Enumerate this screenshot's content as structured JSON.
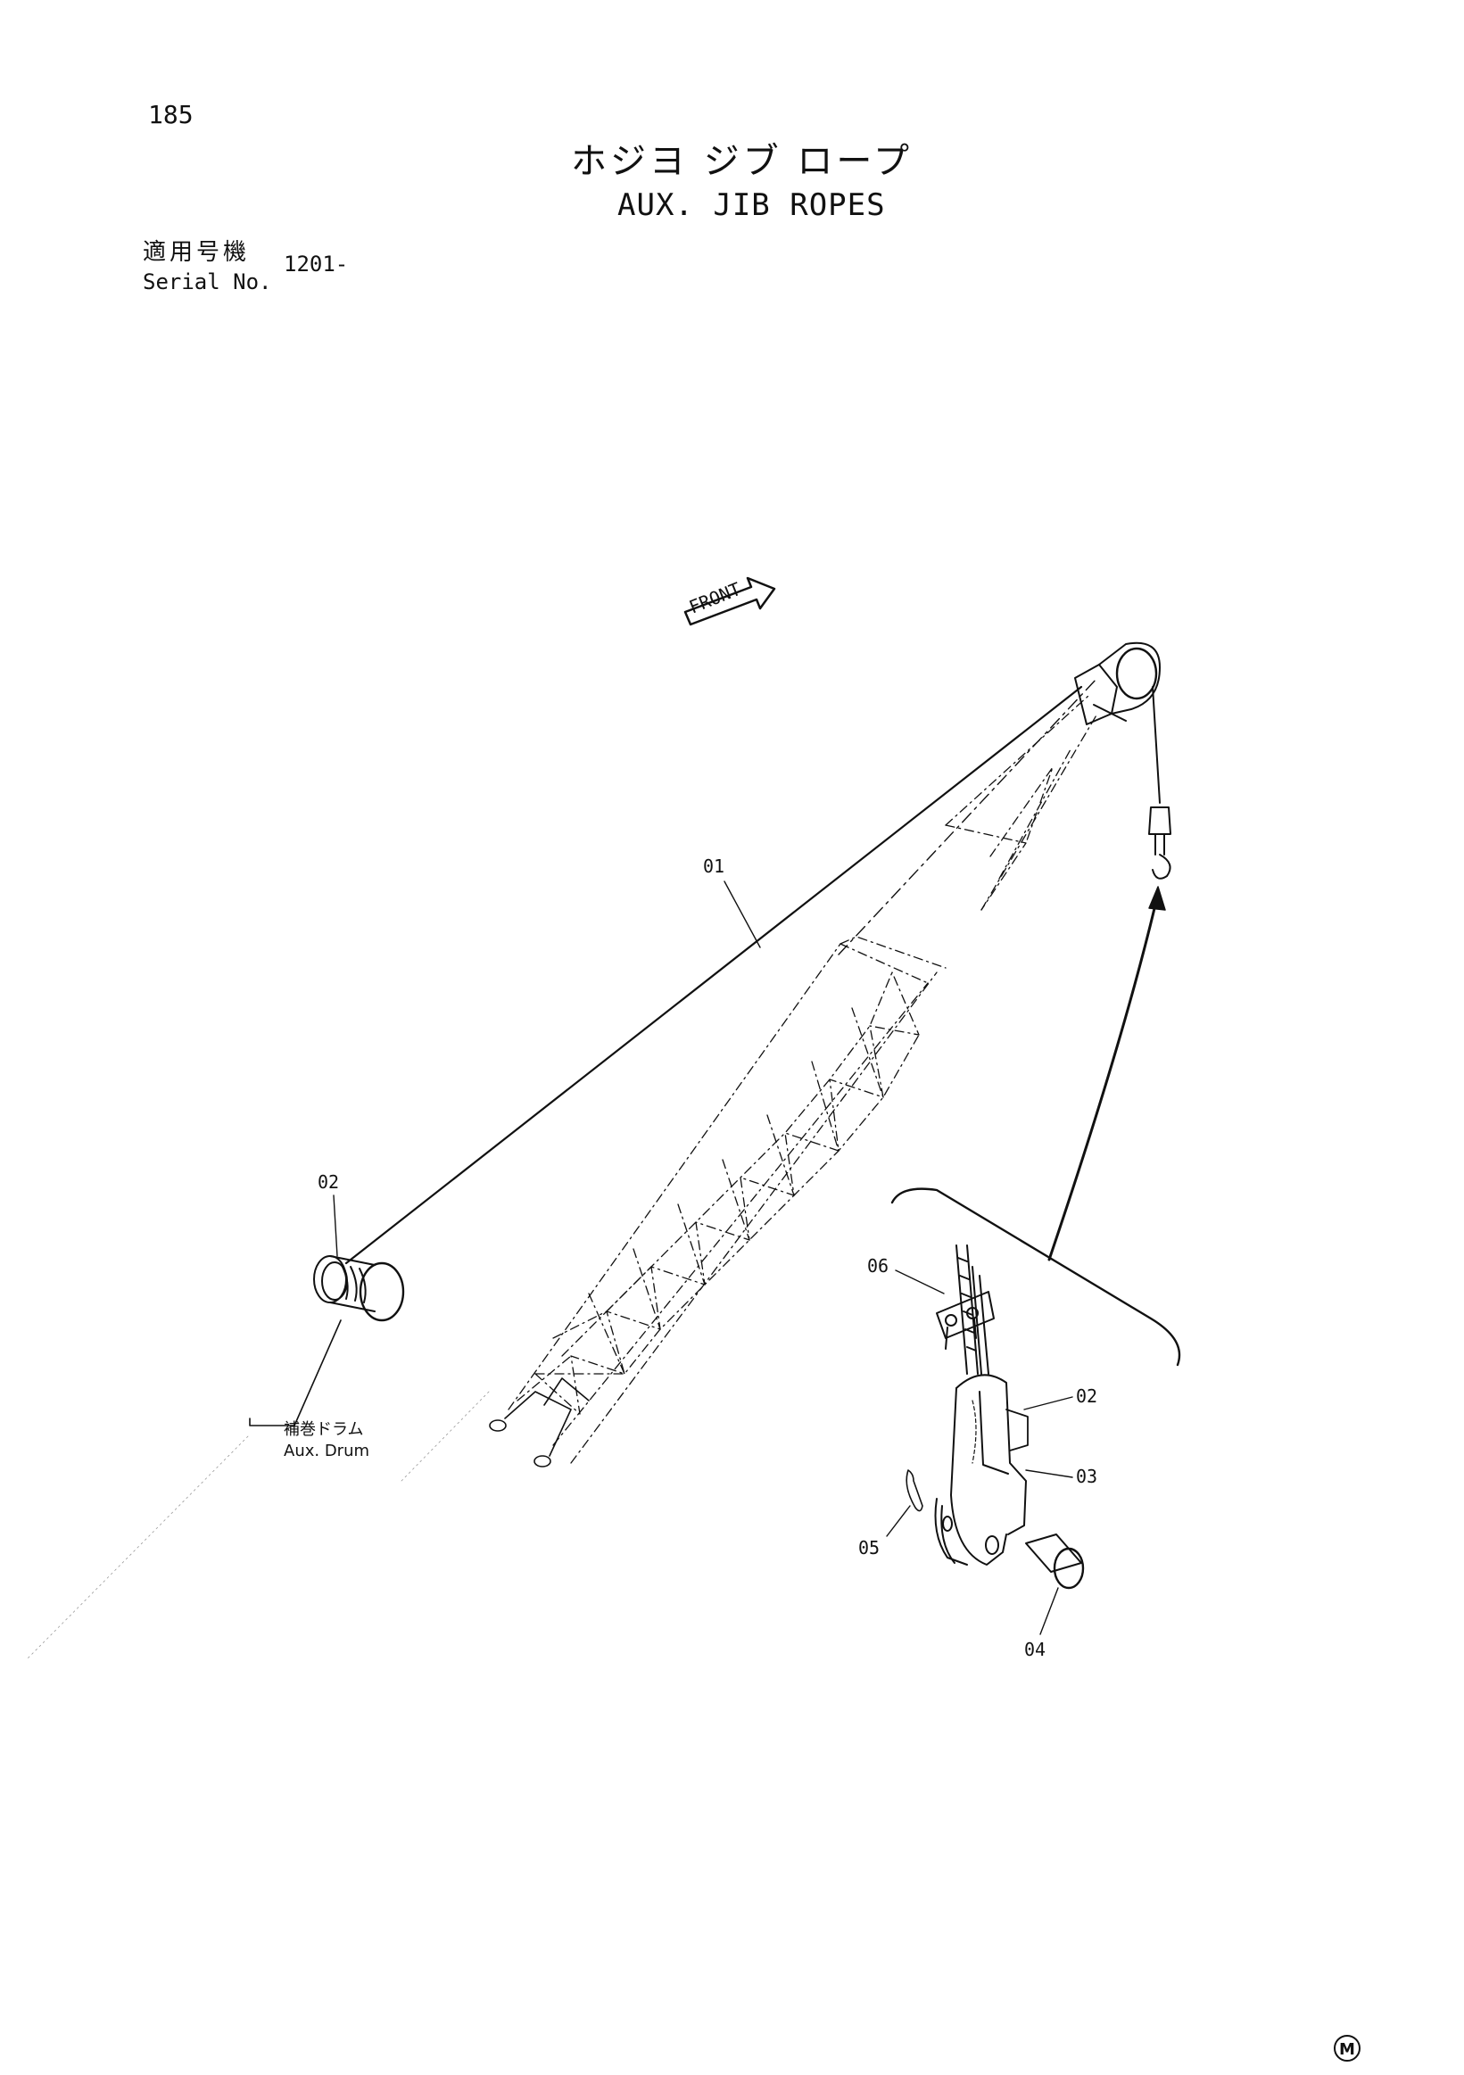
{
  "page": {
    "number": "185",
    "title_jp": "ホジヨ ジブ ロープ",
    "title_en": "AUX. JIB ROPES",
    "serial_label_jp": "適用号機",
    "serial_label_en": "Serial No.",
    "serial_value": "1201-"
  },
  "diagram": {
    "front_label": "FRONT",
    "aux_drum_label_jp": "補巻ドラム",
    "aux_drum_label_en": "Aux. Drum",
    "corner_mark": "M",
    "callouts": {
      "rope": "01",
      "drum_socket": "02",
      "socket": "02",
      "wedge": "03",
      "pin": "04",
      "cotter_pin": "05",
      "clip": "06"
    }
  }
}
